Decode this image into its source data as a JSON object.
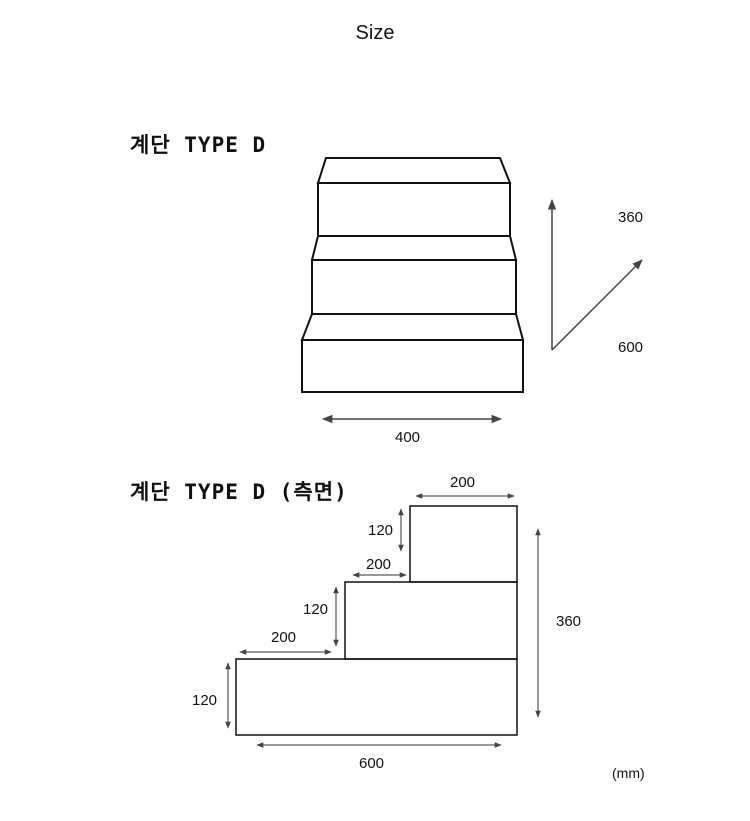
{
  "header": {
    "title": "Size"
  },
  "front_view": {
    "title": "계단 TYPE D",
    "dims": {
      "height": "360",
      "depth": "600",
      "width": "400"
    }
  },
  "side_view": {
    "title": "계단 TYPE D (측면)",
    "dims": {
      "top_step_width": "200",
      "top_step_height": "120",
      "mid_step_width": "200",
      "mid_step_height": "120",
      "bottom_step_width": "200",
      "bottom_step_height": "120",
      "total_height": "360",
      "total_depth": "600"
    }
  },
  "unit_label": "(mm)"
}
